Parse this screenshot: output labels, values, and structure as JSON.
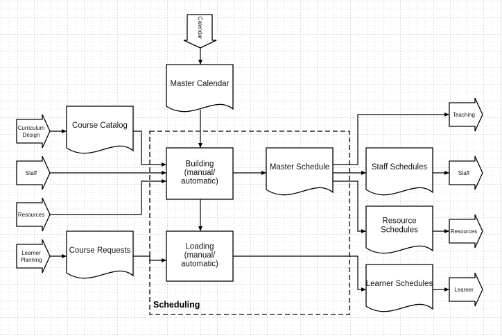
{
  "diagram": {
    "boundary_label": "Scheduling",
    "inputs": {
      "calendar": "Calendar",
      "curriculum": [
        "Curriculum",
        "Design"
      ],
      "staff": "Staff",
      "resources": "Resources",
      "learner_planning": [
        "Learner",
        "Planning"
      ]
    },
    "documents": {
      "master_calendar": "Master Calendar",
      "course_catalog": "Course Catalog",
      "course_requests": "Course Requests",
      "master_schedule": "Master Schedule",
      "staff_schedules": "Staff Schedules",
      "resource_schedules": [
        "Resource",
        "Schedules"
      ],
      "learner_schedules": "Learner Schedules"
    },
    "processes": {
      "building": [
        "Building",
        "(manual/",
        "automatic)"
      ],
      "loading": [
        "Loading",
        "(manual/",
        "automatic)"
      ]
    },
    "outputs": {
      "teaching": "Teaching",
      "staff": "Staff",
      "resources": "Resources",
      "learner": "Learner"
    }
  }
}
